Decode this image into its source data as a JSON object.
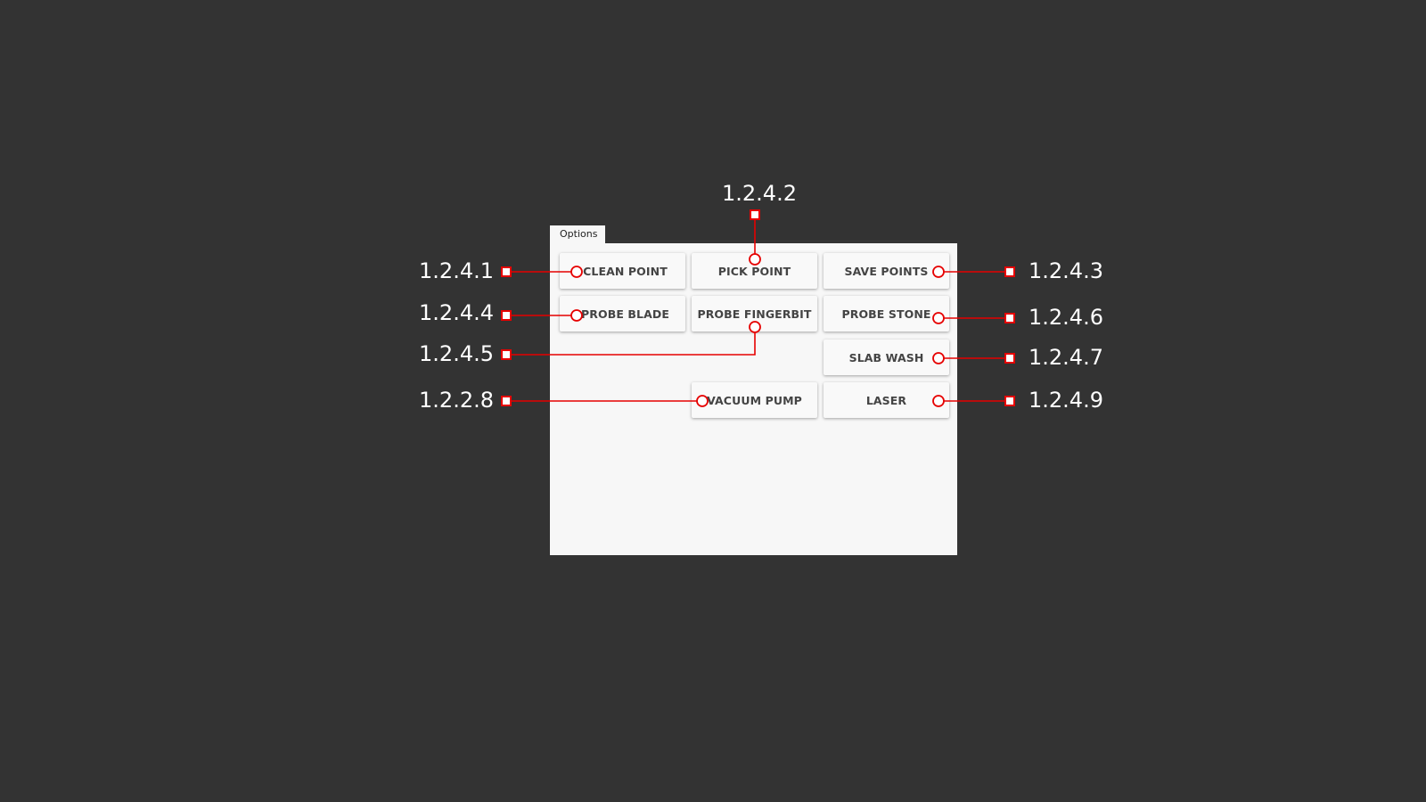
{
  "panel": {
    "tab_label": "Options"
  },
  "buttons": {
    "clean_point": "CLEAN POINT",
    "pick_point": "PICK POINT",
    "save_points": "SAVE POINTS",
    "probe_blade": "PROBE BLADE",
    "probe_fingerbit": "PROBE FINGERBIT",
    "probe_stone": "PROBE STONE",
    "slab_wash": "SLAB WASH",
    "vacuum_pump": "VACUUM PUMP",
    "laser": "LASER"
  },
  "callouts": {
    "c1241": "1.2.4.1",
    "c1242": "1.2.4.2",
    "c1243": "1.2.4.3",
    "c1244": "1.2.4.4",
    "c1245": "1.2.4.5",
    "c1246": "1.2.4.6",
    "c1247": "1.2.4.7",
    "c1228": "1.2.2.8",
    "c1249": "1.2.4.9"
  },
  "colors": {
    "background": "#333333",
    "panel": "#f7f7f7",
    "callout": "#e60000"
  }
}
